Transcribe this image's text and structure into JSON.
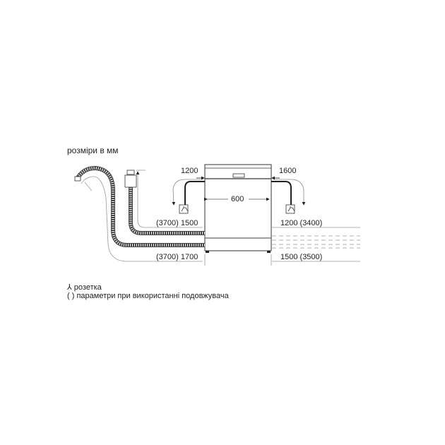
{
  "caption": "розміри в мм",
  "appliance": {
    "width": "600",
    "left_top_clearance": "1200",
    "right_top_clearance": "1600"
  },
  "hoses": {
    "left_upper": "(3700) 1500",
    "left_lower": "(3700) 1700",
    "right_upper": "1200 (3400)",
    "right_lower": "1500 (3500)"
  },
  "legend": [
    {
      "symbol": "socket-icon",
      "label": "розетка"
    },
    {
      "symbol": "( )",
      "label": "параметри при використанні подовжувача"
    }
  ]
}
